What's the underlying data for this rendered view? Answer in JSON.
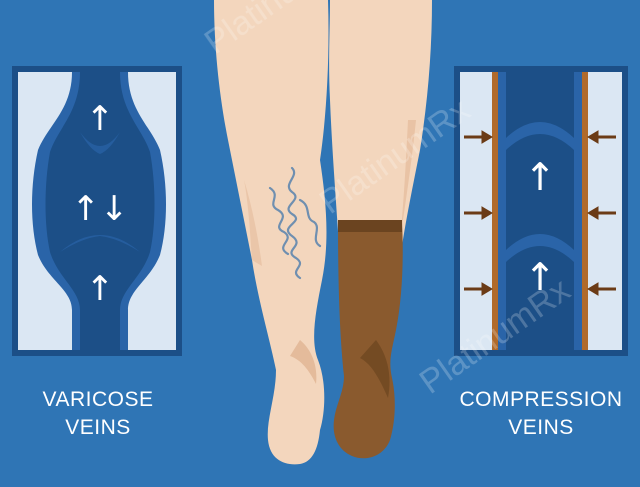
{
  "panels": {
    "left": {
      "caption_line1": "VARICOSE",
      "caption_line2": "VEINS",
      "arrows": [
        {
          "glyph": "↑",
          "label": "up-arrow"
        },
        {
          "glyph": "↑↓",
          "label": "up-down-arrows"
        },
        {
          "glyph": "↑",
          "label": "up-arrow"
        }
      ]
    },
    "right": {
      "caption_line1": "COMPRESSION",
      "caption_line2": "VEINS",
      "arrows": [
        {
          "glyph": "↑",
          "label": "up-arrow"
        },
        {
          "glyph": "↑",
          "label": "up-arrow"
        }
      ],
      "pressure_arrow_rows": 3
    }
  },
  "watermark": {
    "text": "PlatinumRx"
  },
  "colors": {
    "background": "#2f75b5",
    "vessel_dark": "#1c4f87",
    "vessel_mid": "#2a64a8",
    "panel_light": "#dbe7f3",
    "skin": "#f3d6bd",
    "skin_shadow": "#e4bb9b",
    "stocking": "#8a5a2e",
    "stocking_dark": "#6b4420",
    "vein_line": "#6f8fb0",
    "arrow_brown": "#6b3b16"
  }
}
